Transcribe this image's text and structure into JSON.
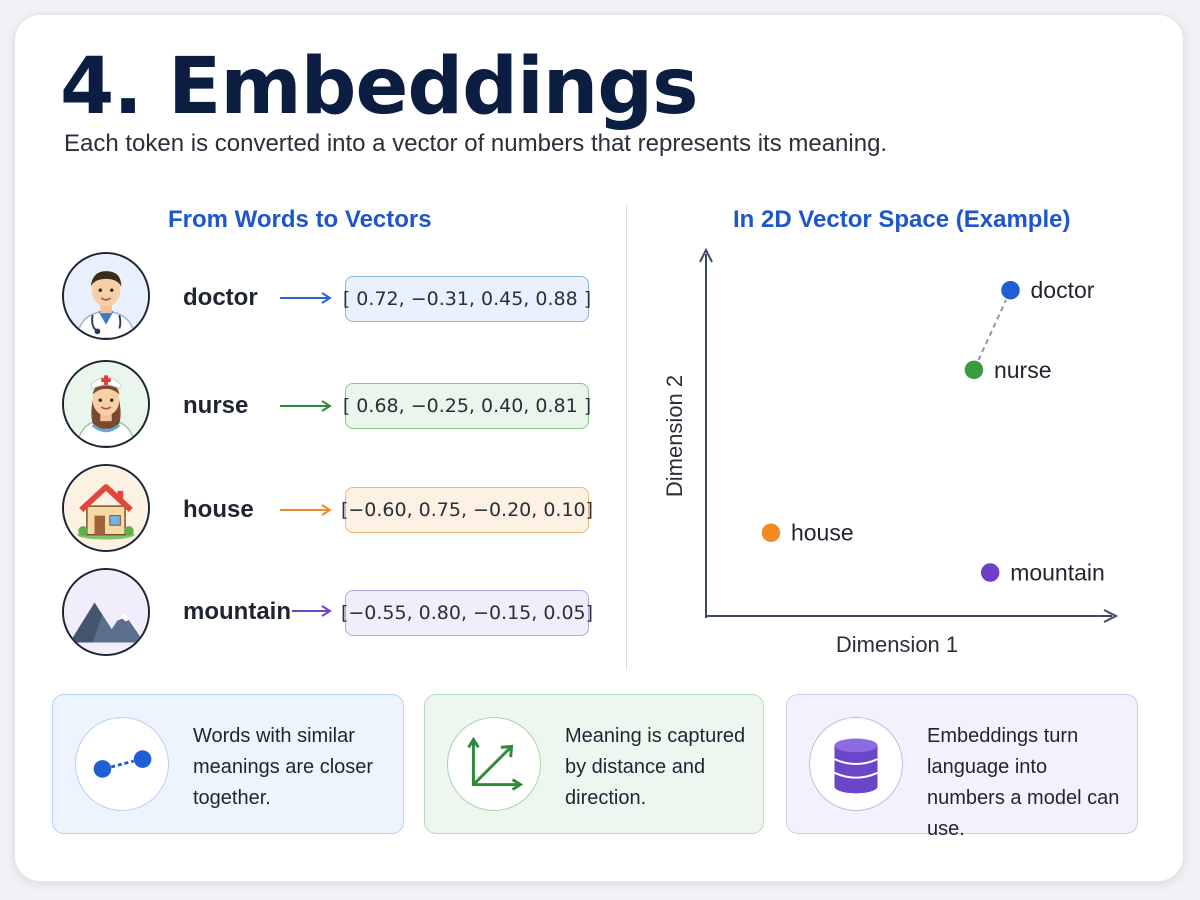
{
  "header": {
    "title": "4. Embeddings",
    "subtitle": "Each token is converted into a vector of numbers that represents its meaning."
  },
  "left_panel": {
    "heading": "From Words to Vectors",
    "rows": [
      {
        "word": "doctor",
        "vector": "[ 0.72, −0.31, 0.45, 0.88 ]",
        "icon": "doctor-icon",
        "color": "#2a63d4",
        "fill": "#eaf1fd",
        "border": "#8fb2ea"
      },
      {
        "word": "nurse",
        "vector": "[ 0.68, −0.25, 0.40, 0.81 ]",
        "icon": "nurse-icon",
        "color": "#2f8a3c",
        "fill": "#eaf6ec",
        "border": "#86c38f"
      },
      {
        "word": "house",
        "vector": "[−0.60, 0.75, −0.20, 0.10]",
        "icon": "house-icon",
        "color": "#ef8a2a",
        "fill": "#fdf1e3",
        "border": "#f2b677"
      },
      {
        "word": "mountain",
        "vector": "[−0.55, 0.80, −0.15, 0.05]",
        "icon": "mountain-icon",
        "color": "#6b46c9",
        "fill": "#f1edfb",
        "border": "#b7a6e6"
      }
    ]
  },
  "right_panel": {
    "heading": "In 2D Vector Space (Example)"
  },
  "chart_data": {
    "type": "scatter",
    "xlabel": "Dimension 1",
    "ylabel": "Dimension 2",
    "xlim": [
      0,
      1
    ],
    "ylim": [
      0,
      1
    ],
    "grid": false,
    "points": [
      {
        "label": "doctor",
        "x": 0.75,
        "y": 0.9,
        "color": "#1f5fd6"
      },
      {
        "label": "nurse",
        "x": 0.66,
        "y": 0.68,
        "color": "#3a9a3f"
      },
      {
        "label": "house",
        "x": 0.16,
        "y": 0.23,
        "color": "#f08a24"
      },
      {
        "label": "mountain",
        "x": 0.7,
        "y": 0.12,
        "color": "#6e3fc8"
      }
    ],
    "links": [
      [
        "doctor",
        "nurse"
      ]
    ]
  },
  "info_cards": [
    {
      "text": "Words with similar meanings are closer together.",
      "icon": "connected-dots-icon",
      "color": "#1f5fd6",
      "fill": "#eef4fd",
      "border": "#b9d0f3"
    },
    {
      "text": "Meaning is captured by distance and direction.",
      "icon": "vector-directions-icon",
      "color": "#2f8a3c",
      "fill": "#eef7ef",
      "border": "#b5dcba"
    },
    {
      "text": "Embeddings turn language into numbers a model can use.",
      "icon": "database-icon",
      "color": "#6b46c9",
      "fill": "#f4f1fc",
      "border": "#d3c8f1"
    }
  ]
}
